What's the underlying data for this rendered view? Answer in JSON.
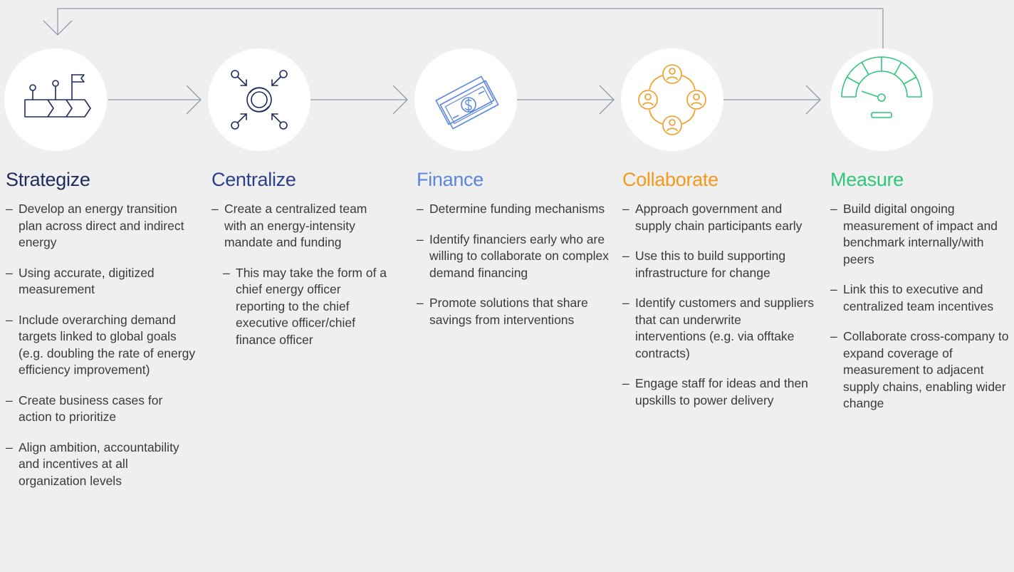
{
  "colors": {
    "strategize": "#1e2b5e",
    "centralize": "#2b3f8f",
    "finance": "#5b86e0",
    "collaborate": "#f39a1b",
    "measure": "#2fc77a",
    "connector": "#8e99ad"
  },
  "stages": [
    {
      "title": "Strategize",
      "icon": "roadmap-flag-icon",
      "items": [
        {
          "text": "Develop an energy transition plan across direct and indirect energy"
        },
        {
          "text": "Using accurate, digitized measurement"
        },
        {
          "text": "Include overarching demand targets linked to global goals (e.g. doubling the rate of energy efficiency improvement)"
        },
        {
          "text": "Create business cases for action to prioritize"
        },
        {
          "text": "Align ambition, accountability and incentives at all organization levels"
        }
      ]
    },
    {
      "title": "Centralize",
      "icon": "centralize-arrows-icon",
      "items": [
        {
          "text": "Create a centralized team with an energy-intensity mandate and funding"
        },
        {
          "text": "This may take the form of a chief energy officer reporting to the chief executive officer/chief finance officer",
          "sub": true
        }
      ]
    },
    {
      "title": "Finance",
      "icon": "money-bills-icon",
      "items": [
        {
          "text": "Determine funding mechanisms"
        },
        {
          "text": "Identify financiers early who are willing to collaborate on complex demand financing"
        },
        {
          "text": "Promote solutions that share savings from interventions"
        }
      ]
    },
    {
      "title": "Collaborate",
      "icon": "people-network-icon",
      "items": [
        {
          "text": "Approach government and supply chain participants early"
        },
        {
          "text": "Use this to build supporting infrastructure for change"
        },
        {
          "text": "Identify customers and suppliers that can underwrite interventions (e.g. via offtake contracts)"
        },
        {
          "text": "Engage staff for ideas and then upskills to power delivery"
        }
      ]
    },
    {
      "title": "Measure",
      "icon": "gauge-meter-icon",
      "items": [
        {
          "text": "Build digital ongoing measurement of impact and benchmark internally/with peers"
        },
        {
          "text": "Link this to executive and centralized team incentives"
        },
        {
          "text": "Collaborate cross-company to expand coverage of measurement to adjacent supply chains, enabling wider change"
        }
      ]
    }
  ]
}
